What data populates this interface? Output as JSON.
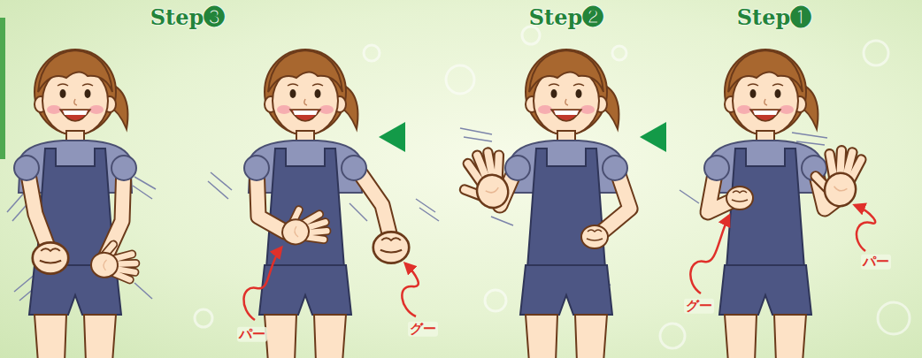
{
  "diagram": {
    "labels": [
      "Step❸",
      "Step❷",
      "Step❶",
      "パー",
      "グー",
      "グー",
      "パー"
    ]
  }
}
